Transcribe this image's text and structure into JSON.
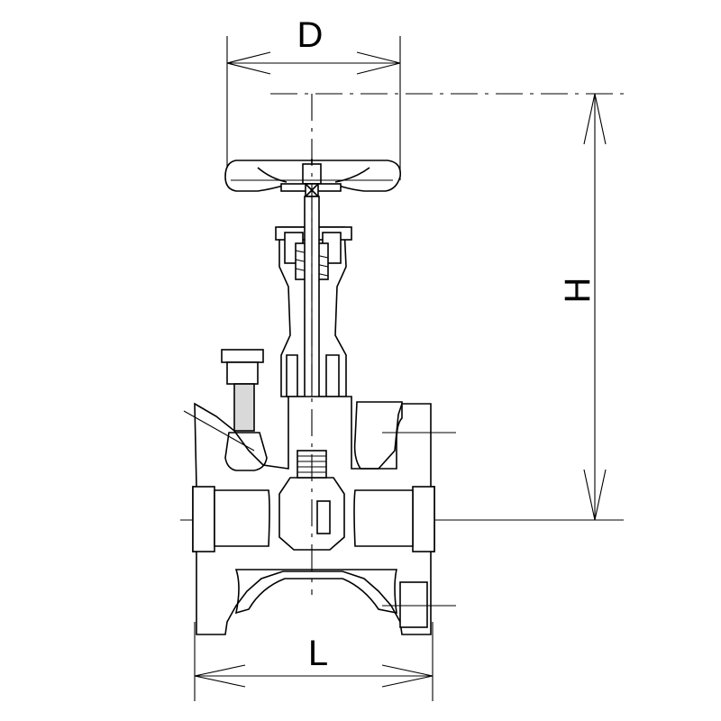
{
  "drawing": {
    "subject": "gate valve",
    "dimensions": {
      "diameter_label": "D",
      "height_label": "H",
      "length_label": "L"
    }
  }
}
